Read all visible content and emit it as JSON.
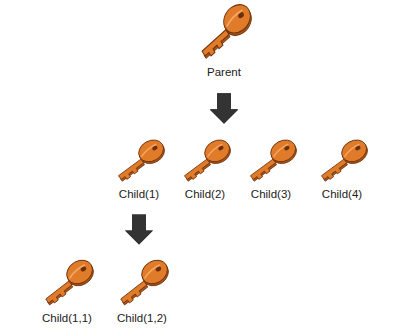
{
  "diagram": {
    "nodes": [
      {
        "text": [
          "Parent"
        ]
      },
      {
        "text": [
          "Child(1)"
        ]
      },
      {
        "text": [
          "Child(2)"
        ]
      },
      {
        "text": [
          "Child(3)"
        ]
      },
      {
        "text": [
          "Child(4)"
        ]
      },
      {
        "text": [
          "Child(1,1)"
        ]
      },
      {
        "text": [
          "Child(1,2)"
        ]
      }
    ],
    "edges": [
      {
        "from": 0,
        "to": 1,
        "arrow": "to"
      },
      {
        "from": 0,
        "to": 2,
        "arrow": "to"
      },
      {
        "from": 0,
        "to": 3,
        "arrow": "to"
      },
      {
        "from": 0,
        "to": 4,
        "arrow": "to"
      },
      {
        "from": 1,
        "to": 5,
        "arrow": "to"
      },
      {
        "from": 1,
        "to": 6,
        "arrow": "to"
      }
    ]
  }
}
